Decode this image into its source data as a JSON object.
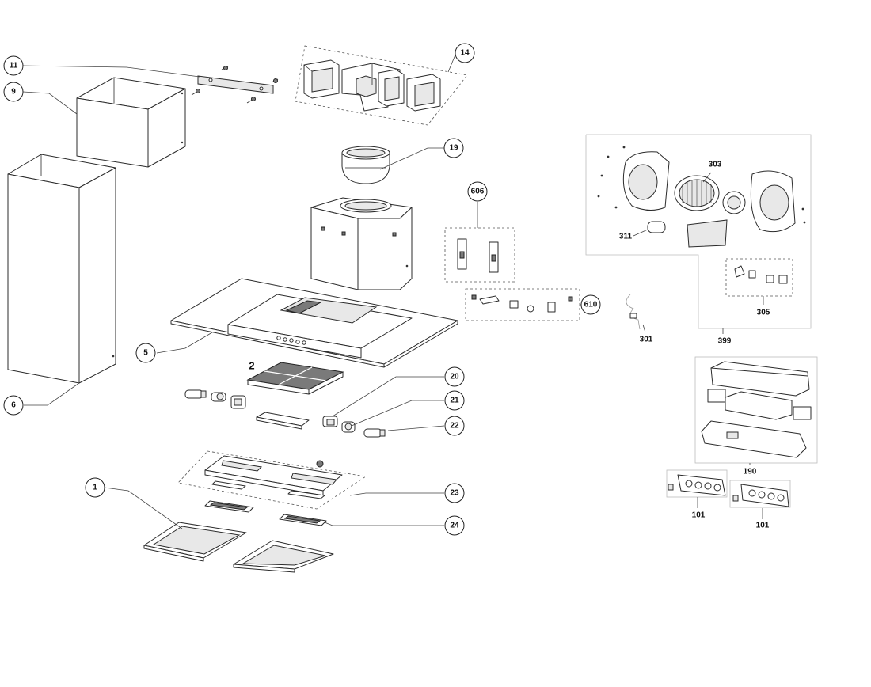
{
  "callouts": {
    "c11": "11",
    "c9": "9",
    "c14": "14",
    "c19": "19",
    "c606": "606",
    "c610": "610",
    "c5": "5",
    "c6": "6",
    "c20": "20",
    "c21": "21",
    "c22": "22",
    "c1": "1",
    "c23": "23",
    "c24": "24"
  },
  "labels": {
    "l2": "2",
    "l303": "303",
    "l311": "311",
    "l305": "305",
    "l301": "301",
    "l399": "399",
    "l190": "190",
    "l101a": "101",
    "l101b": "101"
  }
}
